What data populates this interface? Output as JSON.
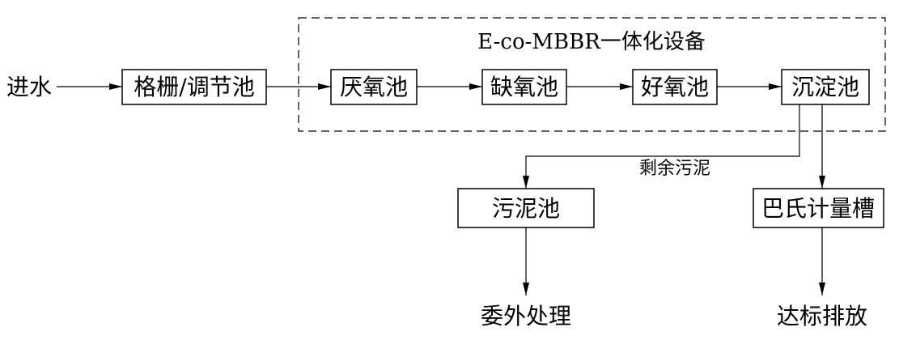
{
  "equipment_group": {
    "title": "E-co-MBBR一体化设备"
  },
  "nodes": {
    "inlet": "进水",
    "screen_tank": "格栅/调节池",
    "anaerobic": "厌氧池",
    "anoxic": "缺氧池",
    "aerobic": "好氧池",
    "sedimentation": "沉淀池",
    "sludge_tank": "污泥池",
    "parshall": "巴氏计量槽",
    "outsource": "委外处理",
    "discharge": "达标排放"
  },
  "edge_labels": {
    "excess_sludge": "剩余污泥"
  }
}
